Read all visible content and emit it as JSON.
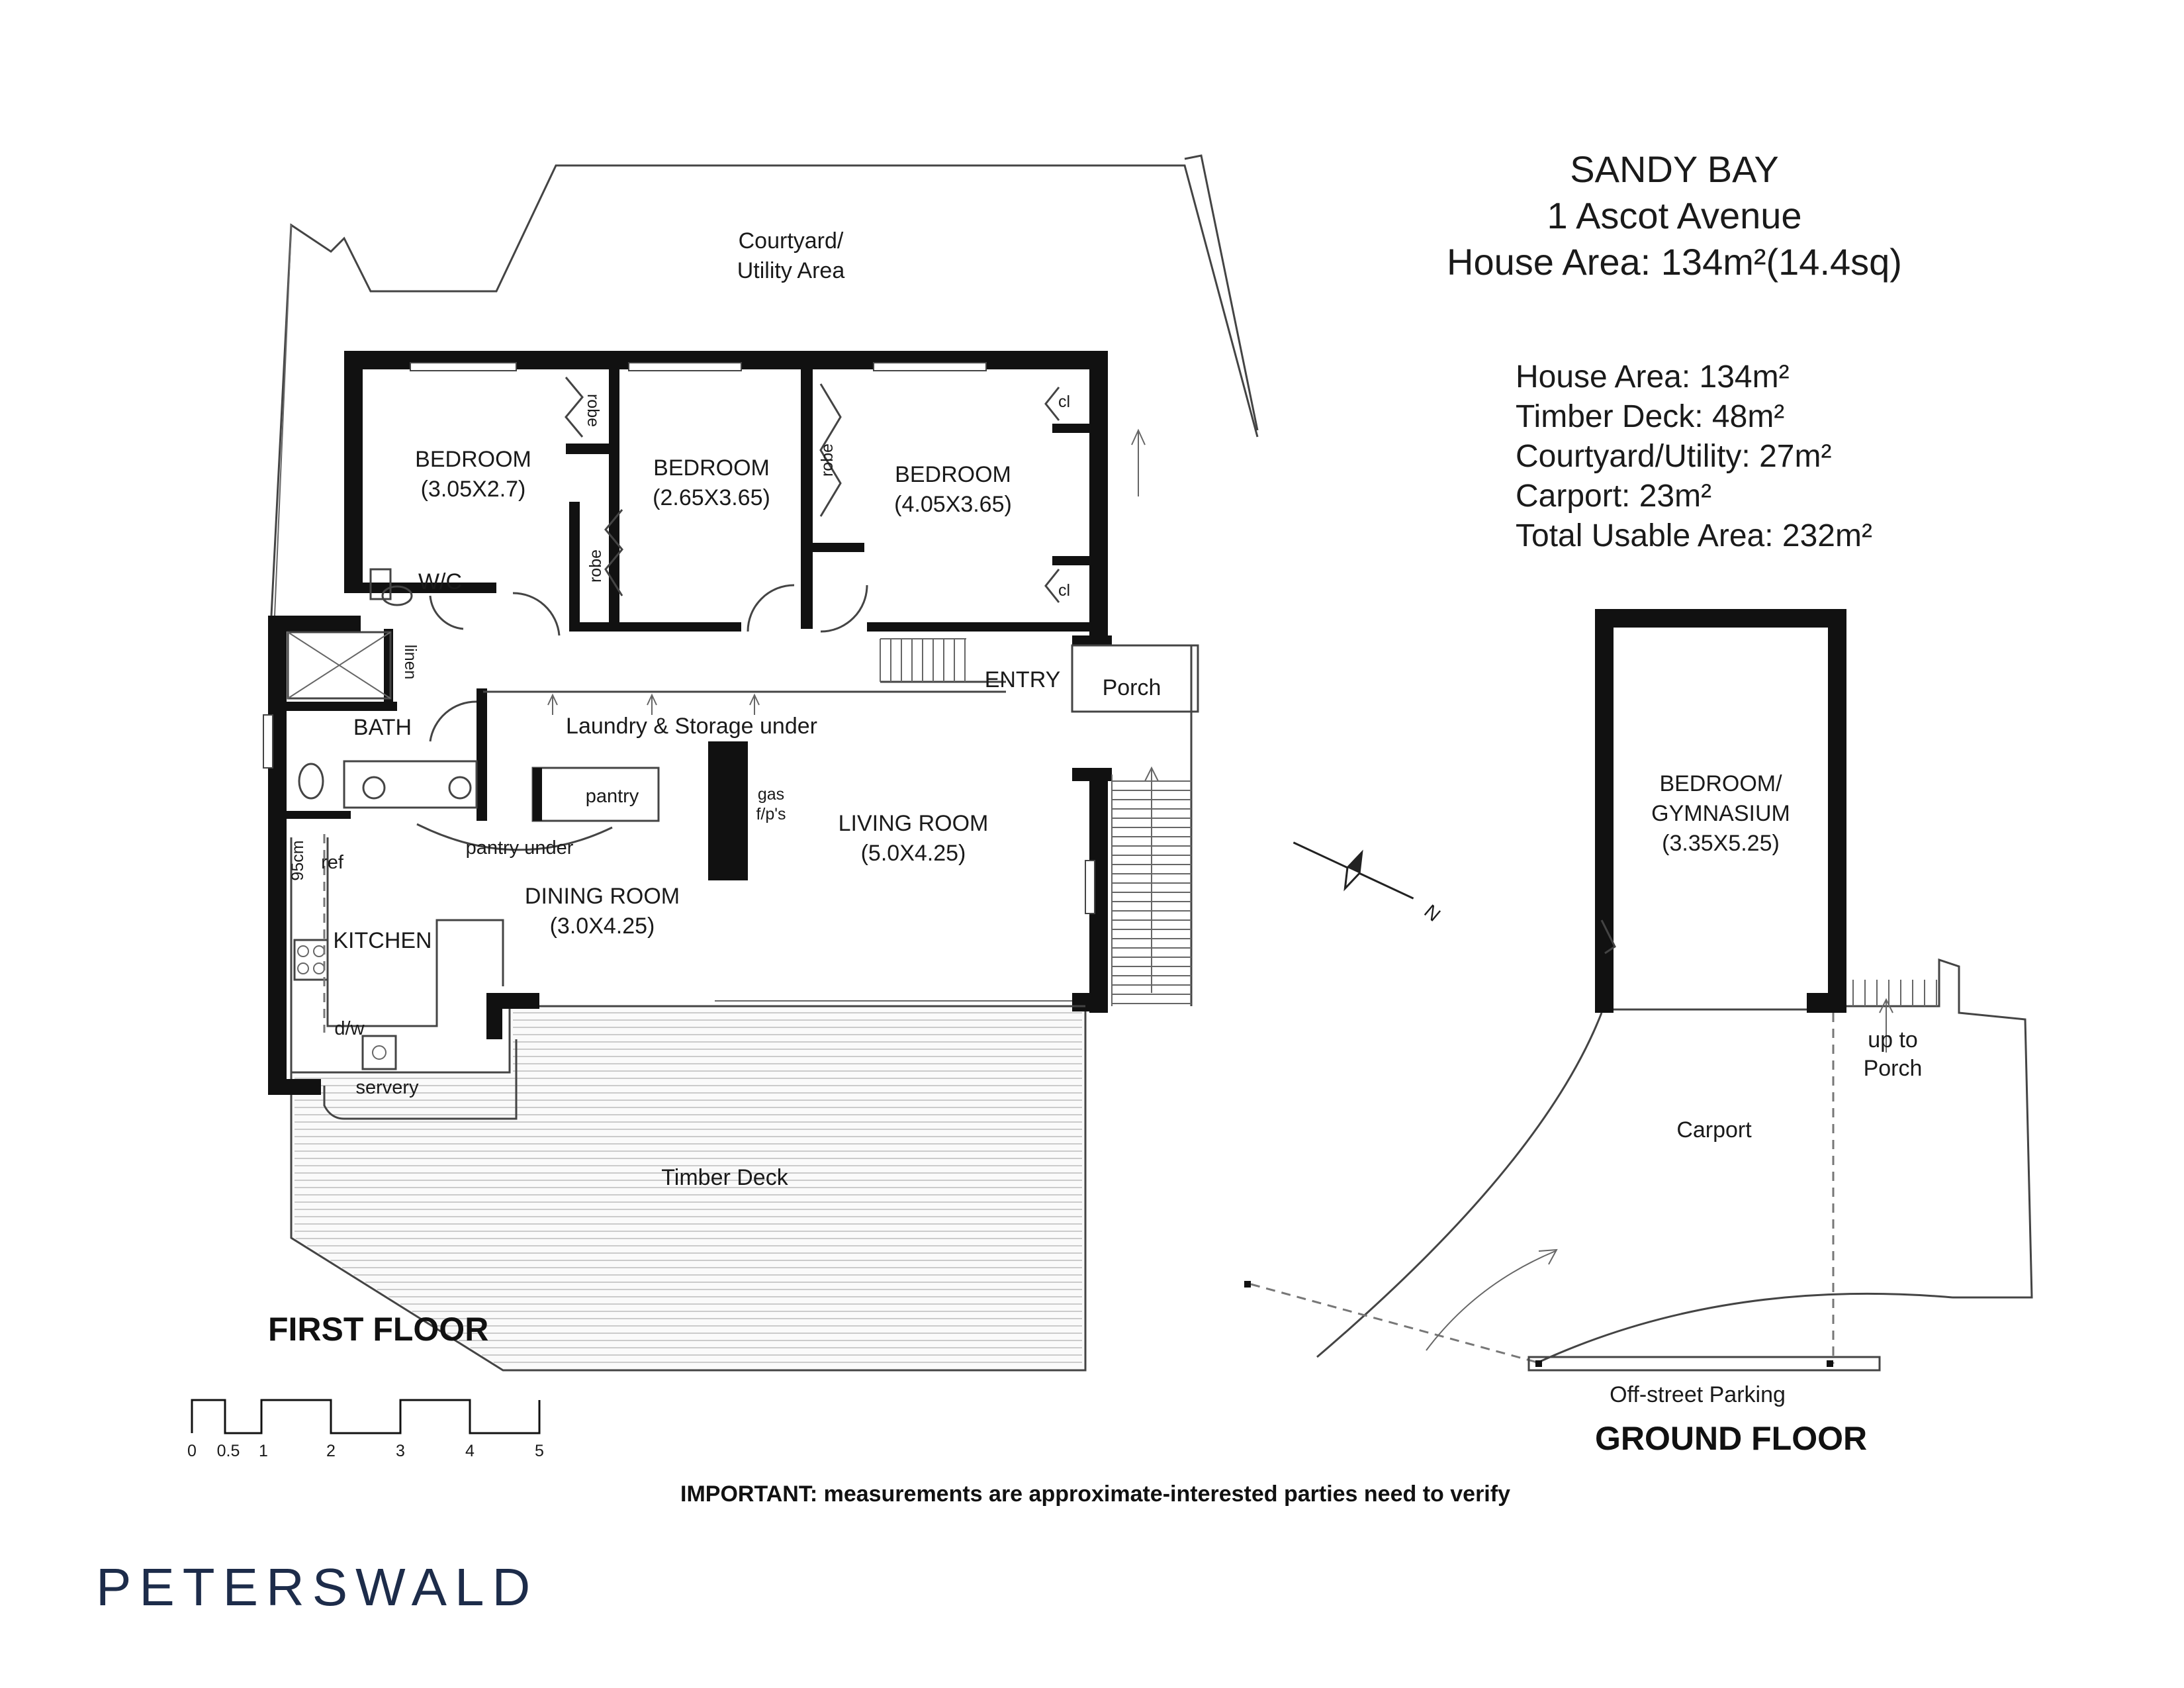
{
  "header": {
    "suburb": "SANDY BAY",
    "address": "1 Ascot Avenue",
    "house_area": "House Area: 134m²(14.4sq)"
  },
  "areas": [
    "House Area: 134m²",
    "Timber Deck: 48m²",
    "Courtyard/Utility: 27m²",
    "Carport: 23m²",
    "Total Usable Area: 232m²"
  ],
  "first_floor": {
    "label": "FIRST FLOOR",
    "courtyard": [
      "Courtyard/",
      "Utility Area"
    ],
    "bedroom1": [
      "BEDROOM",
      "(3.05X2.7)"
    ],
    "bedroom2": [
      "BEDROOM",
      "(2.65X3.65)"
    ],
    "bedroom3": [
      "BEDROOM",
      "(4.05X3.65)"
    ],
    "robe": "robe",
    "cl": "cl",
    "wc": "W/C",
    "linen": "linen",
    "bath": "BATH",
    "laundry": "Laundry & Storage under",
    "entry": "ENTRY",
    "porch": "Porch",
    "pantry": "pantry",
    "pantry_under": "pantry under",
    "gas": [
      "gas",
      "f/p's"
    ],
    "living": [
      "LIVING ROOM",
      "(5.0X4.25)"
    ],
    "dining": [
      "DINING ROOM",
      "(3.0X4.25)"
    ],
    "ref_width": "95cm",
    "ref": "ref",
    "kitchen": "KITCHEN",
    "dw": "d/w",
    "servery": "servery",
    "deck": "Timber Deck"
  },
  "ground_floor": {
    "label": "GROUND FLOOR",
    "bedroom": [
      "BEDROOM/",
      "GYMNASIUM",
      "(3.35X5.25)"
    ],
    "up_to_porch": [
      "up to",
      "Porch"
    ],
    "carport": "Carport",
    "parking": "Off-street Parking"
  },
  "compass": {
    "label": "N"
  },
  "scale": {
    "ticks": [
      "0",
      "0.5",
      "1",
      "2",
      "3",
      "4",
      "5"
    ]
  },
  "note": "IMPORTANT: measurements are approximate-interested parties need to verify",
  "brand": "PETERSWALD"
}
